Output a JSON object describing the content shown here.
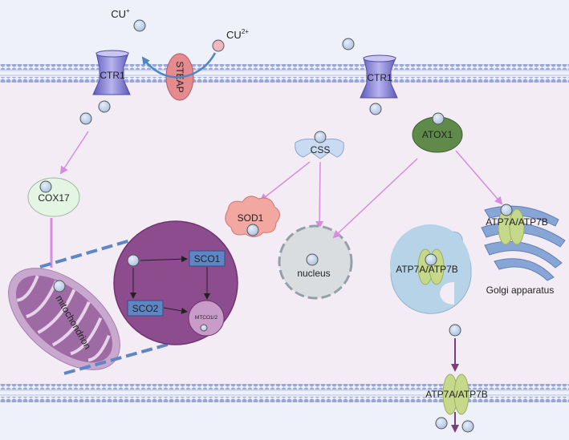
{
  "labels": {
    "cu_plus": "CU",
    "cu_plus_sup": "+",
    "cu_2plus": "CU",
    "cu_2plus_sup": "2+",
    "steap": "STEAP",
    "ctr1_left": "CTR1",
    "ctr1_right": "CTR1",
    "css": "CSS",
    "atox1": "ATOX1",
    "cox17": "COX17",
    "sod1": "SOD1",
    "atp7_golgi": "ATP7A/ATP7B",
    "golgi": "Golgi apparatus",
    "atp7_vesicle": "ATP7A/ATP7B",
    "nucleus": "nucleus",
    "mitochondrion": "mitochondrion",
    "sco1": "SCO1",
    "sco2": "SCO2",
    "mtco": "MTCO1/2",
    "atp7_bottom": "ATP7A/ATP7B"
  },
  "colors": {
    "cytoplasm": "#f4ecf5",
    "outside": "#eef1fa",
    "membrane_bead": "#9aa6d8",
    "copper_ion": "#b9cde8",
    "cu2_ion": "#f2b8bf",
    "arrow_pink": "#d98be0",
    "mito_circle": "#8d4c8d",
    "sco_box": "#5f86c4",
    "atox1": "#5f8a4a",
    "sod1": "#f2a7a0",
    "steap": "#e58b8f",
    "ctr1": "#7d6fc9",
    "atp7": "#c6d98a",
    "golgi": "#87a6d6",
    "cox17": "#e5f5e4",
    "nucleus": "#d9dde0"
  }
}
